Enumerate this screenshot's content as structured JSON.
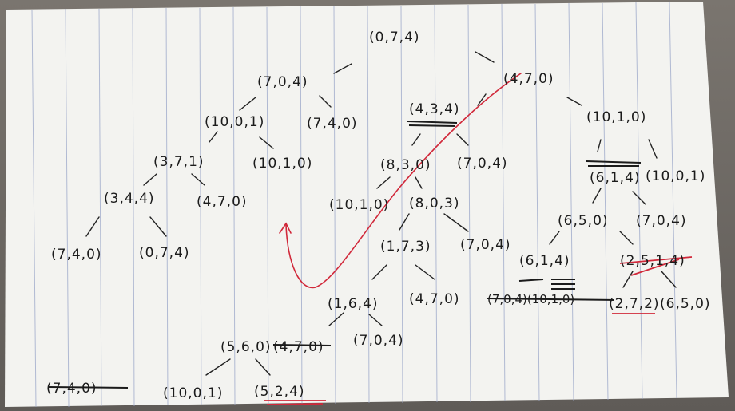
{
  "nodes": [
    {
      "id": "n0",
      "label": "(0,7,4)"
    },
    {
      "id": "n1",
      "label": "(7,0,4)"
    },
    {
      "id": "n2",
      "label": "(4,7,0)"
    },
    {
      "id": "n3",
      "label": "(10,0,1)"
    },
    {
      "id": "n4",
      "label": "(7,4,0)"
    },
    {
      "id": "n5",
      "label": "(4,3,4)"
    },
    {
      "id": "n6",
      "label": "(10,1,0)"
    },
    {
      "id": "n7",
      "label": "(3,7,1)"
    },
    {
      "id": "n8",
      "label": "(10,1,0)"
    },
    {
      "id": "n9",
      "label": "(8,3,0)"
    },
    {
      "id": "n10",
      "label": "(7,0,4)"
    },
    {
      "id": "n11",
      "label": "(3,4,4)"
    },
    {
      "id": "n12",
      "label": "(4,7,0)"
    },
    {
      "id": "n13",
      "label": "(6,1,4)"
    },
    {
      "id": "n14",
      "label": "(10,0,1)"
    },
    {
      "id": "n15",
      "label": "(10,1,0)"
    },
    {
      "id": "n16",
      "label": "(8,0,3)"
    },
    {
      "id": "n17",
      "label": "(6,5,0)"
    },
    {
      "id": "n18",
      "label": "(7,0,4)"
    },
    {
      "id": "n19",
      "label": "(7,4,0)"
    },
    {
      "id": "n20",
      "label": "(0,7,4)"
    },
    {
      "id": "n21",
      "label": "(1,7,3)"
    },
    {
      "id": "n22",
      "label": "(7,0,4)"
    },
    {
      "id": "n23",
      "label": "(6,1,4)"
    },
    {
      "id": "n24",
      "label": "(2,5,1,4)"
    },
    {
      "id": "n25",
      "label": "(1,6,4)"
    },
    {
      "id": "n26",
      "label": "(4,7,0)"
    },
    {
      "id": "n27",
      "label": "(7,0,4)(10,1,0)"
    },
    {
      "id": "n28",
      "label": "(2,7,2)"
    },
    {
      "id": "n29",
      "label": "(6,5,0)"
    },
    {
      "id": "n30",
      "label": "(5,6,0)"
    },
    {
      "id": "n31",
      "label": "(4,7,0)"
    },
    {
      "id": "n32",
      "label": "(7,0,4)"
    },
    {
      "id": "n33",
      "label": "(7,4,0)"
    },
    {
      "id": "n34",
      "label": "(10,0,1)"
    },
    {
      "id": "n35",
      "label": "(5,2,4)"
    }
  ],
  "colors": {
    "ink": "#1b1b1b",
    "red_ink": "#d1283a",
    "paper": "#f3f3f0",
    "ruling": "#9aa6c9"
  }
}
